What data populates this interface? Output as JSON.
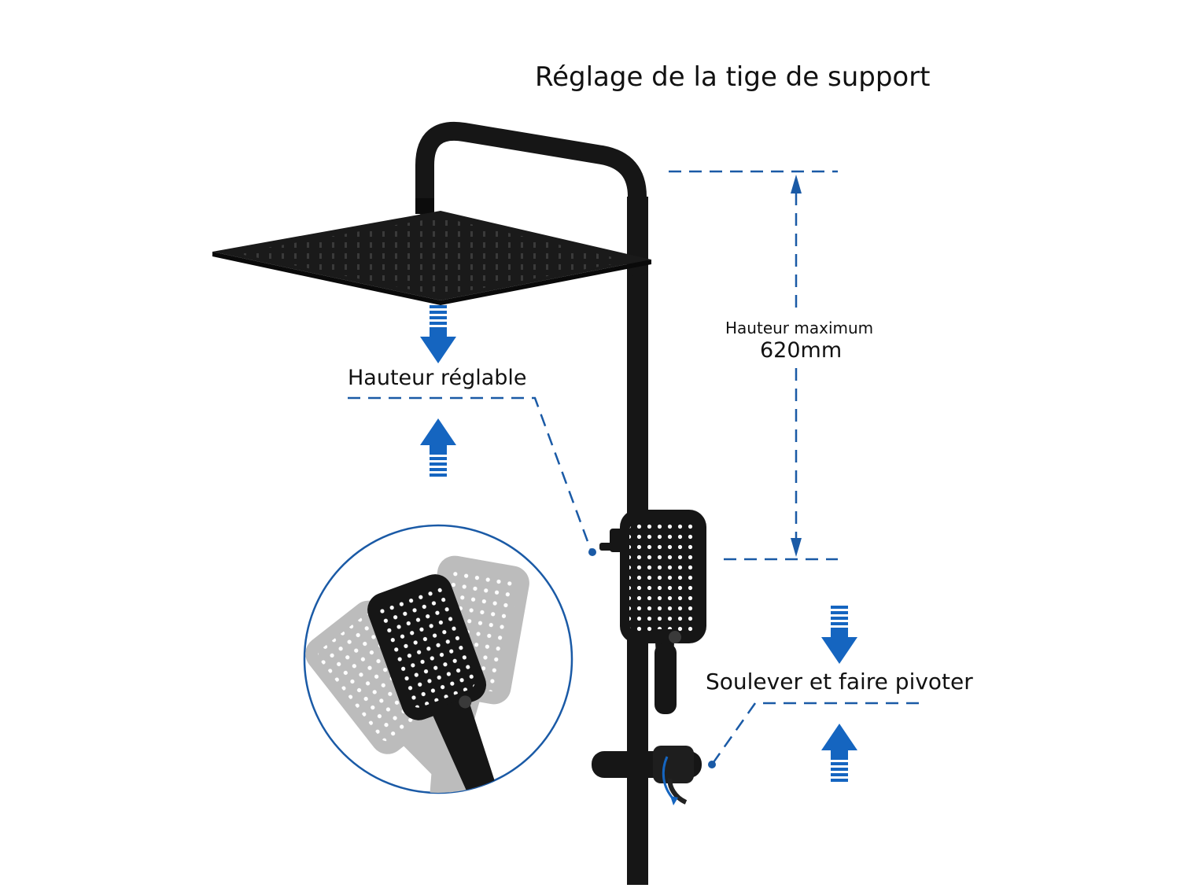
{
  "title": "Réglage de la tige de support",
  "labels": {
    "adjustable_height": "Hauteur réglable",
    "max_height_caption": "Hauteur maximum",
    "max_height_value": "620mm",
    "lift_and_rotate": "Soulever et faire pivoter"
  },
  "icons": [
    "arrow-down-icon",
    "arrow-up-icon",
    "rotation-arrow-icon"
  ],
  "colors": {
    "accent_blue": "#1565c0",
    "line_blue": "#1a5aa6",
    "product_black": "#161616",
    "ghost_gray": "#b9b9b9"
  }
}
